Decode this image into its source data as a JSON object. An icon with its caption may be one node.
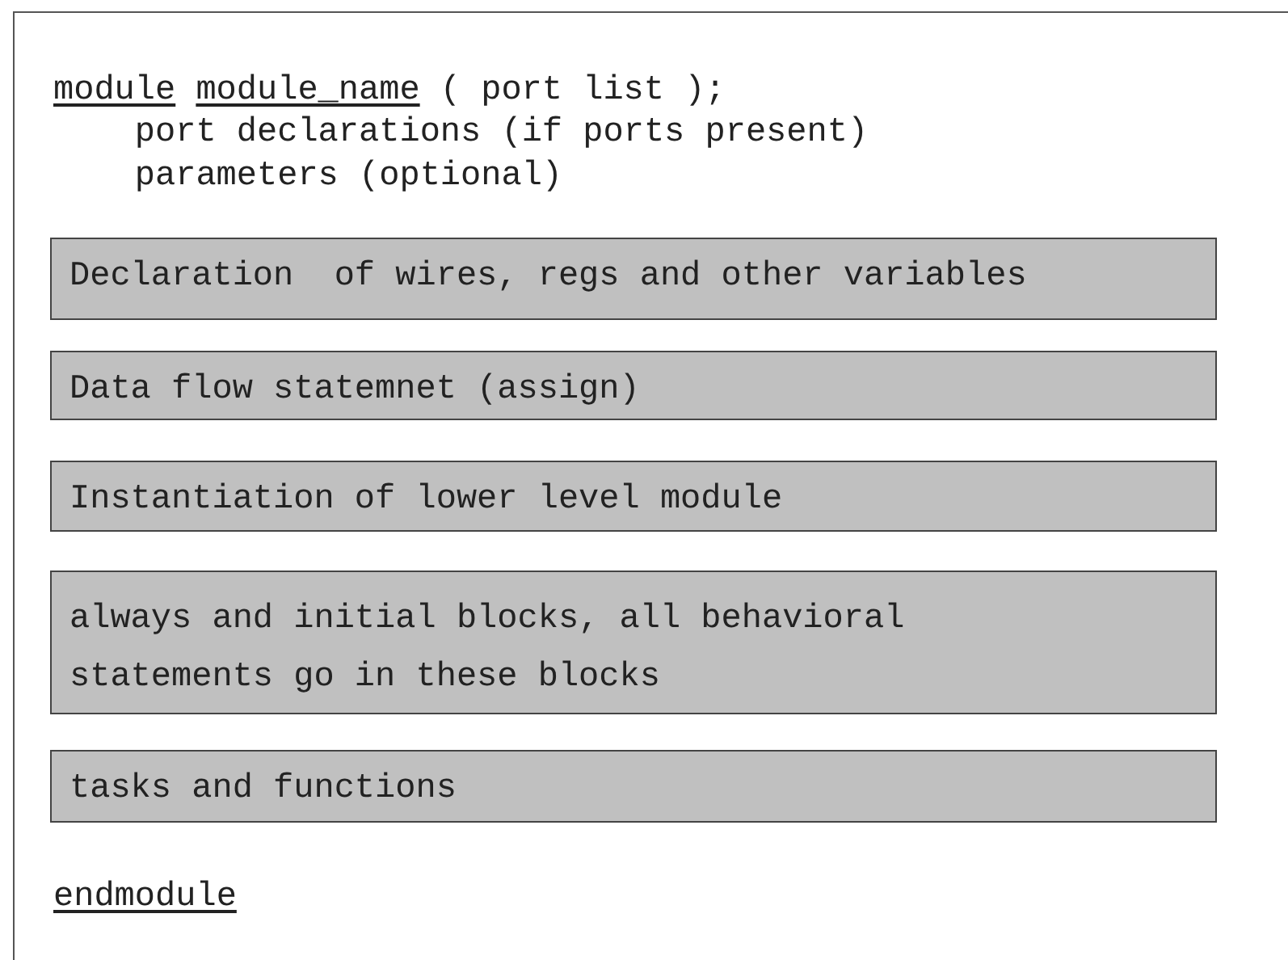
{
  "diagram": {
    "nodes": [
      {
        "text": [
          "module",
          "module_name",
          "( port list );",
          "port declarations (if ports present)",
          "parameters (optional)",
          "endmodule"
        ]
      },
      {
        "text": [
          "Declaration  of wires, regs and other variables"
        ],
        "in": 0
      },
      {
        "text": [
          "Data flow statemnet (assign)"
        ],
        "in": 0
      },
      {
        "text": [
          "Instantiation of lower level module"
        ],
        "in": 0
      },
      {
        "text": [
          "always and initial blocks, all behavioral statements go in these blocks"
        ],
        "in": 0
      },
      {
        "text": [
          "tasks and functions"
        ],
        "in": 0
      }
    ]
  }
}
